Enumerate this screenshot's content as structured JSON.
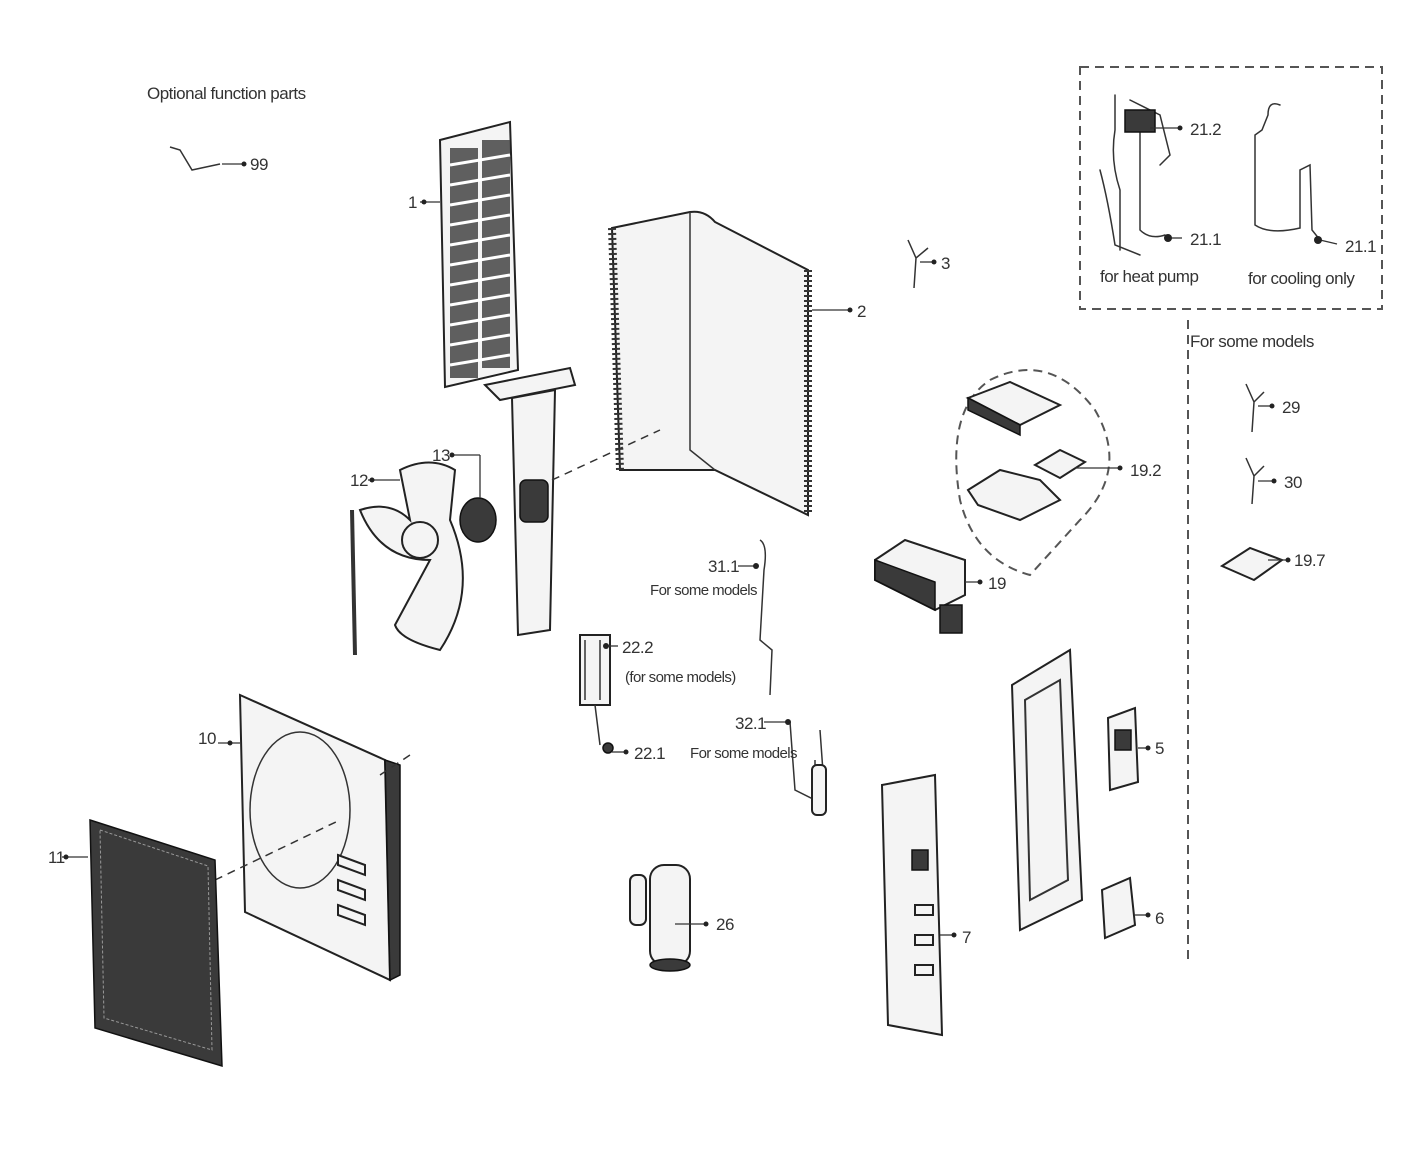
{
  "title": "Optional function parts",
  "boxes": {
    "heat_pump": "for heat pump",
    "cooling_only": "for cooling only",
    "some_models": "For some models"
  },
  "notes": {
    "n31": "For some models",
    "n22": "(for some models)",
    "n32": "For some models"
  },
  "parts": {
    "p99": "99",
    "p1": "1",
    "p2": "2",
    "p3": "3",
    "p21_2": "21.2",
    "p21_1a": "21.1",
    "p21_1b": "21.1",
    "p29": "29",
    "p30": "30",
    "p19_7": "19.7",
    "p19_2": "19.2",
    "p19": "19",
    "p13": "13",
    "p12": "12",
    "p31_1": "31.1",
    "p22_2": "22.2",
    "p22_1": "22.1",
    "p32_1": "32.1",
    "p10": "10",
    "p11": "11",
    "p26": "26",
    "p7": "7",
    "p5": "5",
    "p6": "6"
  }
}
